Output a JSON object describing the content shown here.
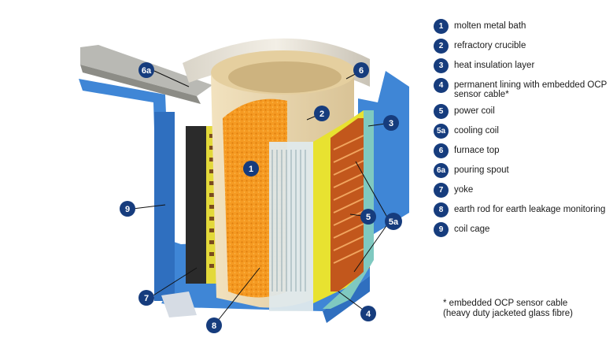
{
  "diagram": {
    "callouts": {
      "c1": "1",
      "c2": "2",
      "c3": "3",
      "c4": "4",
      "c5": "5",
      "c5a": "5a",
      "c6": "6",
      "c6a": "6a",
      "c7": "7",
      "c8": "8",
      "c9": "9"
    }
  },
  "legend": [
    {
      "num": "1",
      "label": "molten metal bath"
    },
    {
      "num": "2",
      "label": "refractory crucible"
    },
    {
      "num": "3",
      "label": "heat insulation layer"
    },
    {
      "num": "4",
      "label": "permanent lining with embedded OCP sensor cable*"
    },
    {
      "num": "5",
      "label": "power coil"
    },
    {
      "num": "5a",
      "label": "cooling coil"
    },
    {
      "num": "6",
      "label": "furnace top"
    },
    {
      "num": "6a",
      "label": "pouring spout"
    },
    {
      "num": "7",
      "label": "yoke"
    },
    {
      "num": "8",
      "label": "earth rod for earth leakage monitoring"
    },
    {
      "num": "9",
      "label": "coil cage"
    }
  ],
  "footnote": "* embedded OCP sensor cable (heavy duty jacketed glass fibre)",
  "colors": {
    "badge": "#163c7d",
    "cage": "#3f86d6",
    "refractory": "#e9d8b4",
    "molten": "#f59a22",
    "coil": "#e8e230",
    "copper": "#c2571c"
  }
}
